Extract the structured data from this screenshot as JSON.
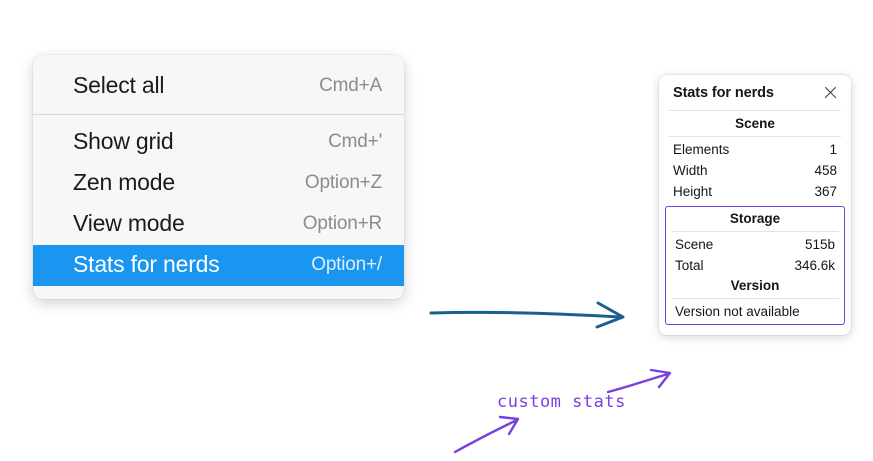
{
  "context_menu": {
    "groups": [
      {
        "items": [
          {
            "label": "Select all",
            "shortcut": "Cmd+A",
            "selected": false
          }
        ]
      },
      {
        "items": [
          {
            "label": "Show grid",
            "shortcut": "Cmd+'",
            "selected": false
          },
          {
            "label": "Zen mode",
            "shortcut": "Option+Z",
            "selected": false
          },
          {
            "label": "View mode",
            "shortcut": "Option+R",
            "selected": false
          },
          {
            "label": "Stats for nerds",
            "shortcut": "Option+/",
            "selected": true
          }
        ]
      }
    ]
  },
  "stats_panel": {
    "title": "Stats for nerds",
    "close_icon": "close-icon",
    "scene": {
      "heading": "Scene",
      "rows": [
        {
          "label": "Elements",
          "value": "1"
        },
        {
          "label": "Width",
          "value": "458"
        },
        {
          "label": "Height",
          "value": "367"
        }
      ]
    },
    "storage": {
      "heading": "Storage",
      "rows": [
        {
          "label": "Scene",
          "value": "515b"
        },
        {
          "label": "Total",
          "value": "346.6k"
        }
      ]
    },
    "version": {
      "heading": "Version",
      "text": "Version not available"
    }
  },
  "annotations": {
    "custom_stats_label": "custom stats",
    "arrow_color_blue": "#1c5f8f",
    "arrow_color_purple": "#7a3fe0",
    "highlight_color": "#7a3fe0",
    "accent_color": "#1a95f0"
  }
}
